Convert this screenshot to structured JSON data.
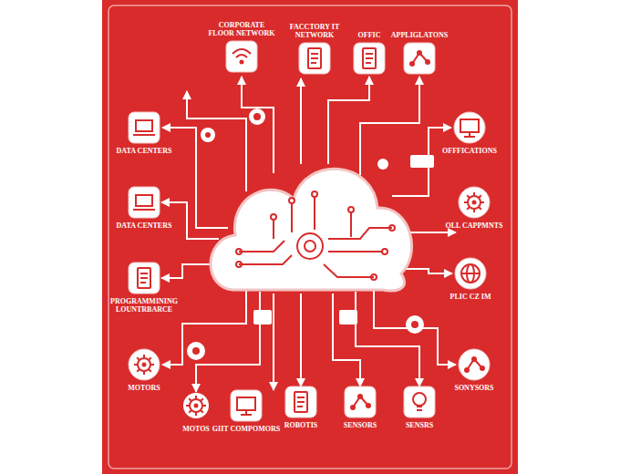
{
  "diagram": {
    "nodes": [
      {
        "text": [
          "CORPORATE FLOOR NETWORK"
        ]
      },
      {
        "text": [
          "FACCTORY IT NETWORK"
        ]
      },
      {
        "text": [
          "OFFIC"
        ]
      },
      {
        "text": [
          "APPLIGLATONS"
        ]
      },
      {
        "text": [
          "DATA CENTERS"
        ]
      },
      {
        "text": [
          "OFFFICATIONS"
        ]
      },
      {
        "text": [
          "DATA CENTERS"
        ]
      },
      {
        "text": [
          "OLL CAPPMNTS"
        ]
      },
      {
        "text": [
          "PROGRAMMINING LOUNTRBARCE"
        ]
      },
      {
        "text": [
          "PLIC CZ IM"
        ]
      },
      {
        "text": [
          "MOTORS"
        ]
      },
      {
        "text": [
          "SONYSORS"
        ]
      },
      {
        "text": [
          "MOTOS"
        ]
      },
      {
        "text": [
          "GIIT COMPOMORS"
        ]
      },
      {
        "text": [
          "ROBOTIS"
        ]
      },
      {
        "text": [
          "SENSORS"
        ]
      },
      {
        "text": [
          "SENSRS"
        ]
      }
    ]
  }
}
